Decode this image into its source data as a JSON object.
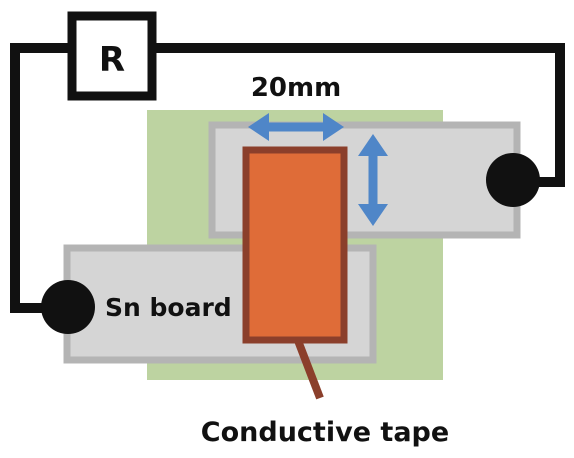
{
  "labels": {
    "resistor": "R",
    "dimension": "20mm",
    "board": "Sn board",
    "tape": "Conductive tape"
  },
  "colors": {
    "wire": "#111111",
    "green_base": "#bdd3a1",
    "board_fill": "#d5d5d5",
    "board_border": "#b4b4b4",
    "tape_fill": "#df6c38",
    "tape_border": "#8b3f2b",
    "arrow": "#4f86c8",
    "tail": "#8b3f2b"
  }
}
